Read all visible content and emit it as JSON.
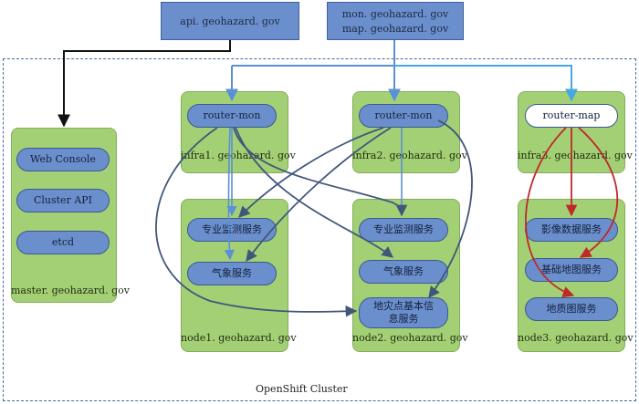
{
  "top": {
    "api": "api. geohazard. gov",
    "mon": "mon. geohazard. gov",
    "map": "map. geohazard. gov"
  },
  "cluster_label": "OpenShift Cluster",
  "master": {
    "label": "master. geohazard. gov",
    "items": [
      "Web Console",
      "Cluster API",
      "etcd"
    ]
  },
  "infra1": {
    "router": "router-mon",
    "label": "infra1. geohazard. gov"
  },
  "infra2": {
    "router": "router-mon",
    "label": "infra2. geohazard. gov"
  },
  "infra3": {
    "router": "router-map",
    "label": "infra3. geohazard. gov"
  },
  "node1": {
    "label": "node1. geohazard. gov",
    "services": [
      "专业监测服务",
      "气象服务"
    ]
  },
  "node2": {
    "label": "node2. geohazard. gov",
    "services": [
      "专业监测服务",
      "气象服务",
      "地灾点基本信息服务"
    ]
  },
  "node3": {
    "label": "node3. geohazard. gov",
    "services": [
      "影像数据服务",
      "基础地图服务",
      "地质图服务"
    ]
  },
  "colors": {
    "blue_arrow": "#5b8fd6",
    "cyan_arrow": "#45a8e0",
    "dark_arrow": "#41577a",
    "red_arrow": "#c0282a",
    "black_arrow": "#111111"
  }
}
